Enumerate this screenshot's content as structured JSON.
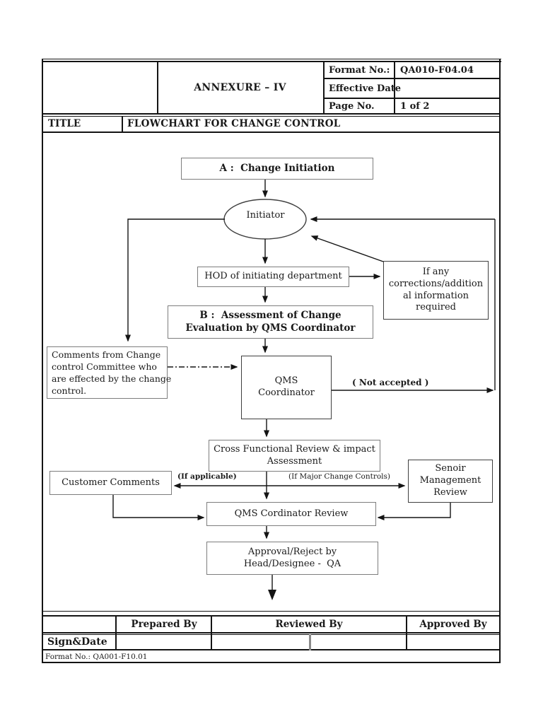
{
  "header": {
    "annexure": "ANNEXURE – IV",
    "format_no_label": "Format No.:",
    "format_no_value": "QA010-F04.04",
    "effective_date_label": "Effective Date",
    "effective_date_value": "",
    "page_no_label": "Page No.",
    "page_no_value": "1 of 2",
    "title_label": "TITLE",
    "title_value": "FLOWCHART FOR CHANGE CONTROL"
  },
  "flowchart": {
    "box_a": "A :  Change Initiation",
    "initiator": "Initiator",
    "hod": "HOD of initiating department",
    "if_any_lines": [
      "If any",
      "corrections/addition",
      "al information",
      "required"
    ],
    "box_b_lines": [
      "B :  Assessment of Change",
      "Evaluation by QMS Coordinator"
    ],
    "comments_lines": [
      "Comments from Change",
      "control Committee who",
      "are effected by the change",
      "control."
    ],
    "qms_coordinator_lines": [
      "QMS",
      "Coordinator"
    ],
    "not_accepted": "( Not accepted )",
    "cross_functional_lines": [
      "Cross Functional Review & impact",
      "Assessment"
    ],
    "customer_comments": "Customer Comments",
    "if_applicable": "(If applicable)",
    "if_major": "(If Major Change Controls)",
    "senior_mgmt_lines": [
      "Senoir",
      "Management",
      "Review"
    ],
    "qms_review": "QMS Cordinator Review",
    "approval_lines": [
      "Approval/Reject by",
      "Head/Designee -  QA"
    ]
  },
  "footer": {
    "prepared_by": "Prepared By",
    "reviewed_by": "Reviewed By",
    "approved_by": "Approved By",
    "sign_date": "Sign&Date",
    "format_no": "Format No.: QA001-F10.01"
  },
  "colors": {
    "text": "#1a1a1a",
    "table_border": "#141414",
    "box_border": "#7d7d7d",
    "dark_box_border": "#3f3f3f",
    "connector": "#141414"
  }
}
